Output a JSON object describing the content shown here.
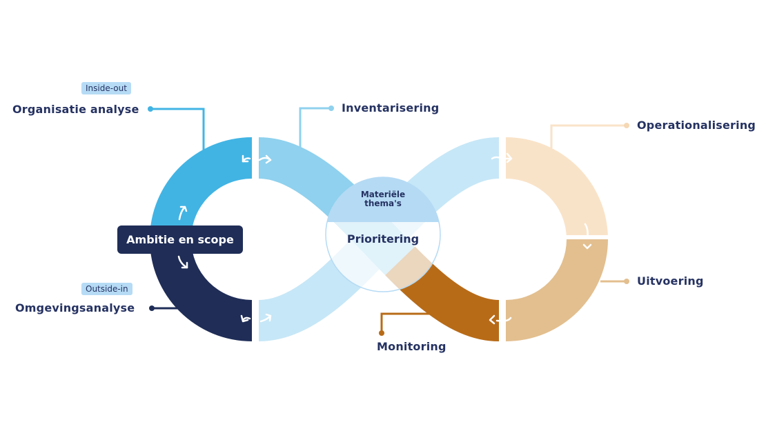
{
  "labels": {
    "inside_out": "Inside-out",
    "organisatie": "Organisatie analyse",
    "inventarisering": "Inventarisering",
    "operationalisering": "Operationalisering",
    "uitvoering": "Uitvoering",
    "monitoring": "Monitoring",
    "outside_in": "Outside-in",
    "omgeving": "Omgevingsanalyse",
    "ambitie": "Ambitie en scope",
    "materiele_line1": "Materiële",
    "materiele_line2": "thema's",
    "prioritering": "Prioritering"
  },
  "colors": {
    "navy": "#1f2d57",
    "cyan": "#41b4e4",
    "sky": "#8fd1ee",
    "pale_blue": "#c6e7f7",
    "circle_top": "#b5daf4",
    "peach": "#f9e3c8",
    "tan": "#e3bf8f",
    "brown": "#b86b17",
    "brown_light": "#e8cfae"
  }
}
